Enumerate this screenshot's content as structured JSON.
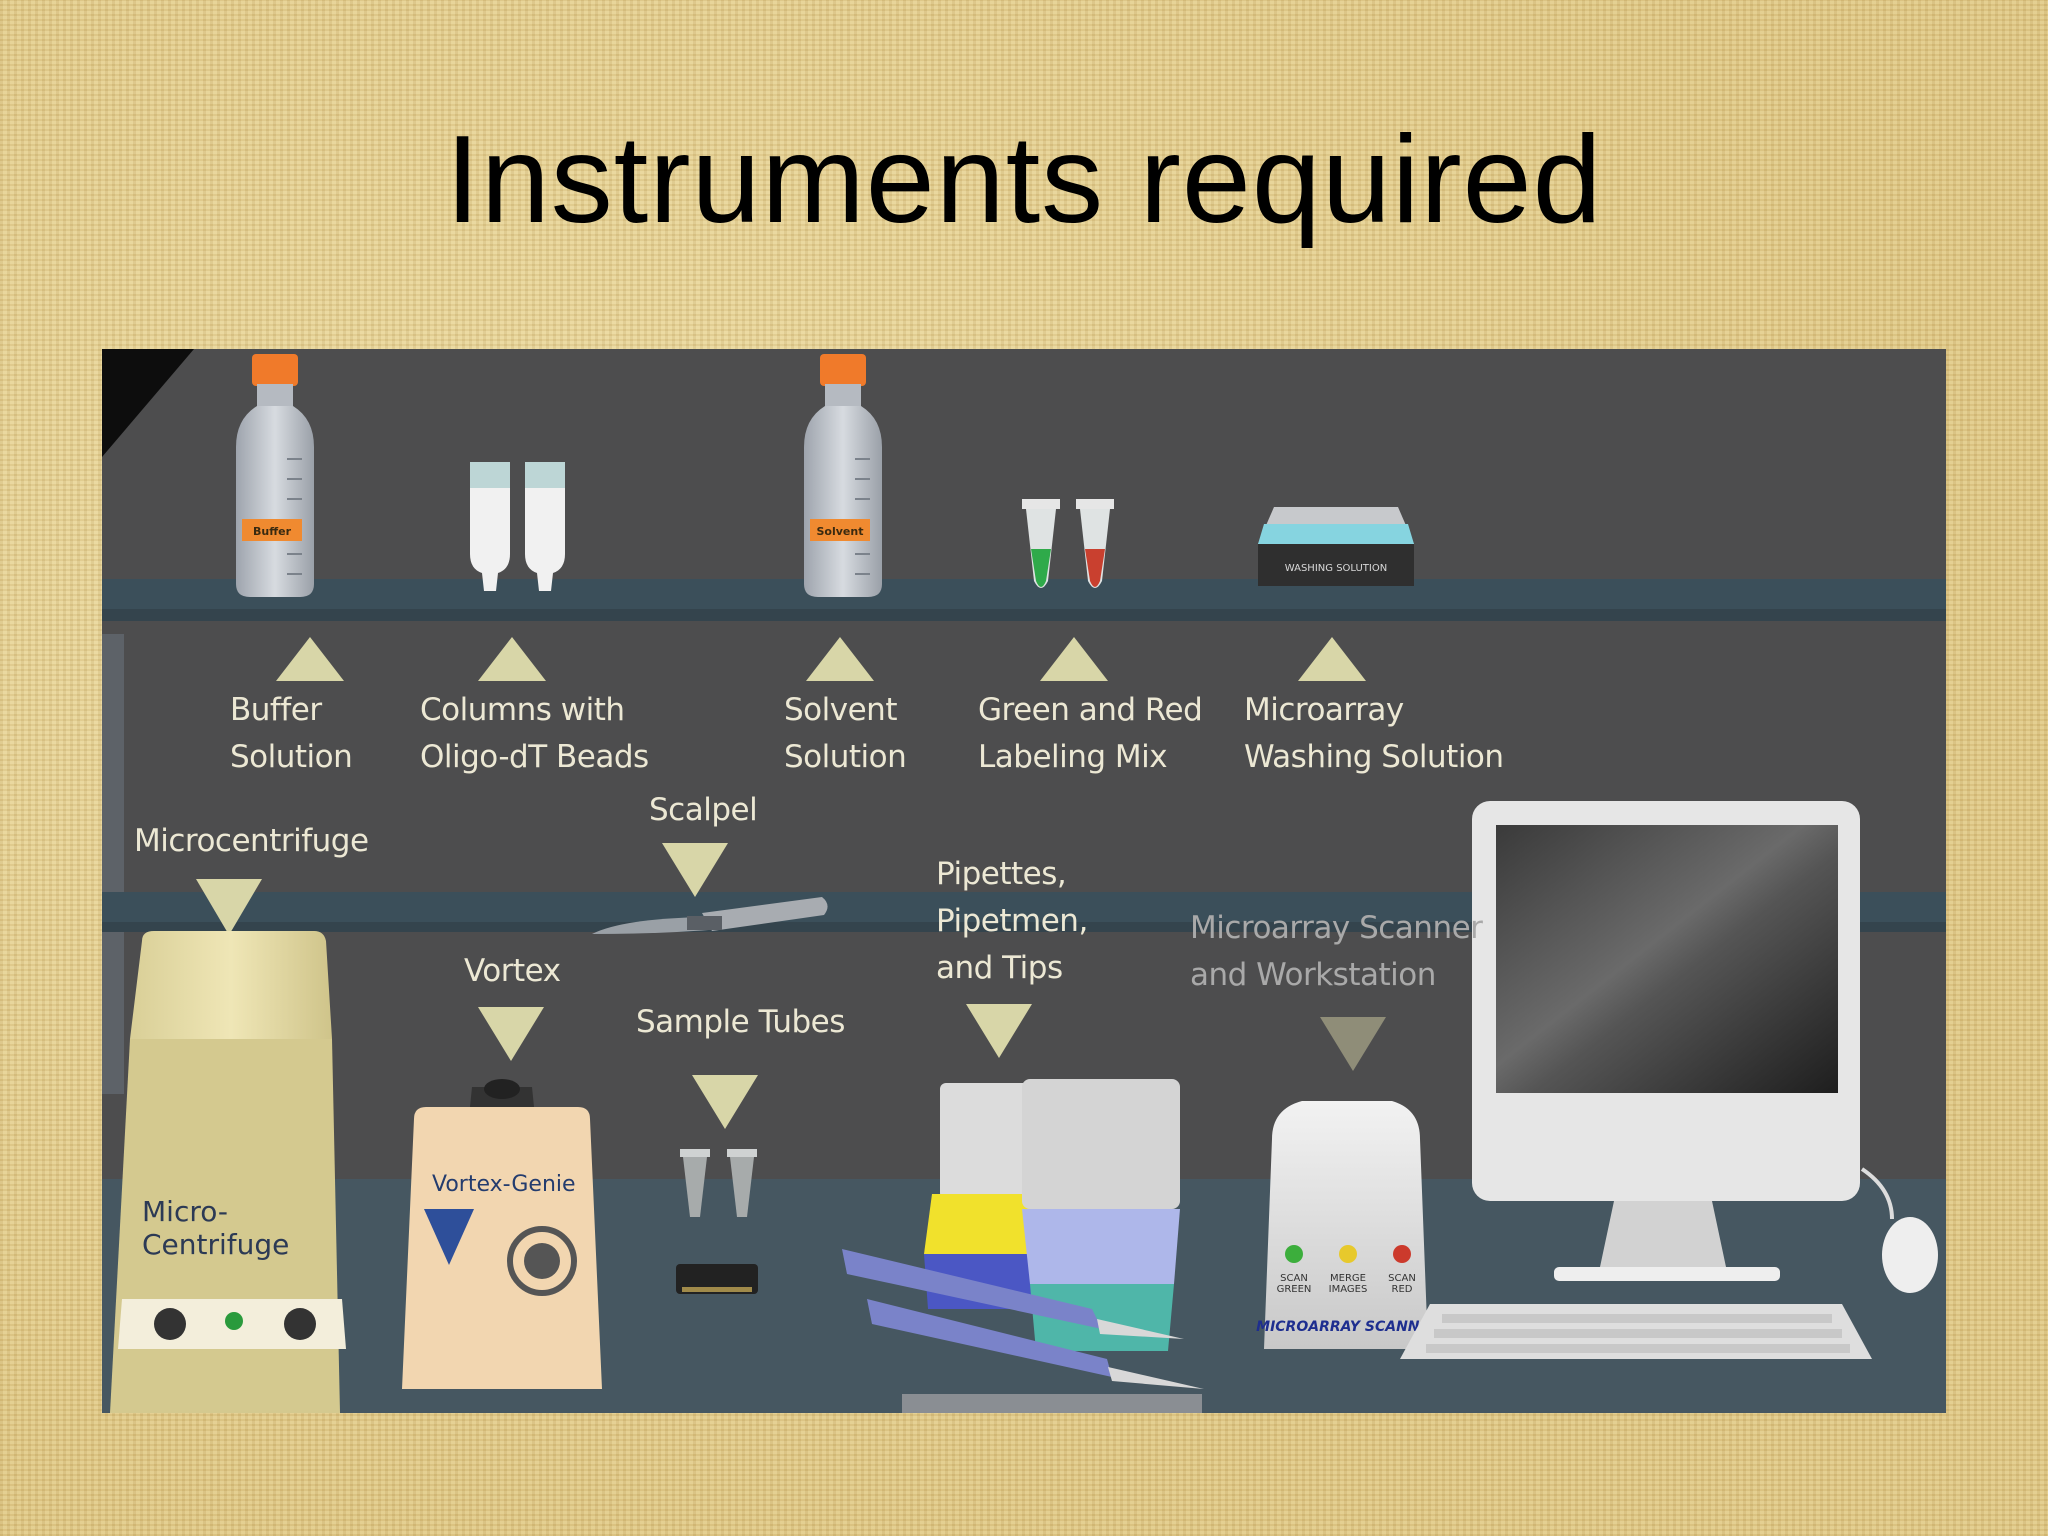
{
  "slide": {
    "title": "Instruments required"
  },
  "labels": {
    "buffer_solution": {
      "line1": "Buffer",
      "line2": "Solution"
    },
    "columns": {
      "line1": "Columns with",
      "line2": "Oligo-dT Beads"
    },
    "solvent_solution": {
      "line1": "Solvent",
      "line2": "Solution"
    },
    "labeling_mix": {
      "line1": "Green and Red",
      "line2": "Labeling Mix"
    },
    "washing_solution": {
      "line1": "Microarray",
      "line2": "Washing Solution"
    },
    "microcentrifuge": "Microcentrifuge",
    "scalpel": "Scalpel",
    "pipettes": {
      "line1": "Pipettes,",
      "line2": "Pipetmen,",
      "line3": "and Tips"
    },
    "scanner": {
      "line1": "Microarray Scanner",
      "line2": "and Workstation"
    },
    "vortex": "Vortex",
    "sample_tubes": "Sample Tubes"
  },
  "device_text": {
    "buffer_bottle_label": "Buffer",
    "solvent_bottle_label": "Solvent",
    "washing_tray_label": "WASHING SOLUTION",
    "centrifuge_line1": "Micro-",
    "centrifuge_line2": "Centrifuge",
    "vortex_genie": "Vortex-Genie",
    "scanner_btn_green_1": "SCAN",
    "scanner_btn_green_2": "GREEN",
    "scanner_btn_merge_1": "MERGE",
    "scanner_btn_merge_2": "IMAGES",
    "scanner_btn_red_1": "SCAN",
    "scanner_btn_red_2": "RED",
    "scanner_brand": "MICROARRAY SCANNER"
  },
  "colors": {
    "scene_bg": "#4d4d4e",
    "shelf": "#3c4e58",
    "label_text": "#ece8d4",
    "arrow_fill": "#d8d6a8",
    "bottle_cap": "#f07a2a",
    "tube_green": "#2faa4a",
    "tube_red": "#c9402f",
    "washing_liquid": "#86d4e0"
  }
}
